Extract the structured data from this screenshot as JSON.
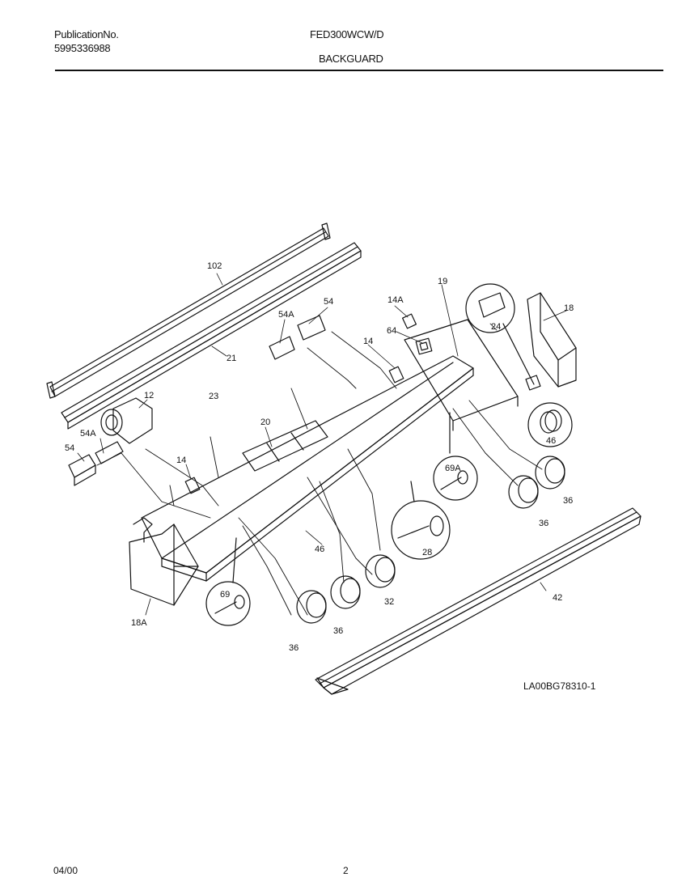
{
  "header": {
    "publication_label": "PublicationNo.",
    "publication_number": "5995336988",
    "model": "FED300WCW/D",
    "section": "BACKGUARD"
  },
  "diagram": {
    "drawing_id": "LA00BG78310-1",
    "callouts": [
      "102",
      "21",
      "12",
      "23",
      "54A",
      "54",
      "14A",
      "19",
      "18",
      "64",
      "14",
      "24",
      "20",
      "54A",
      "54",
      "14",
      "46",
      "69A",
      "36",
      "36",
      "28",
      "46",
      "32",
      "42",
      "18A",
      "69",
      "36",
      "36"
    ]
  },
  "footer": {
    "date": "04/00",
    "page": "2"
  }
}
